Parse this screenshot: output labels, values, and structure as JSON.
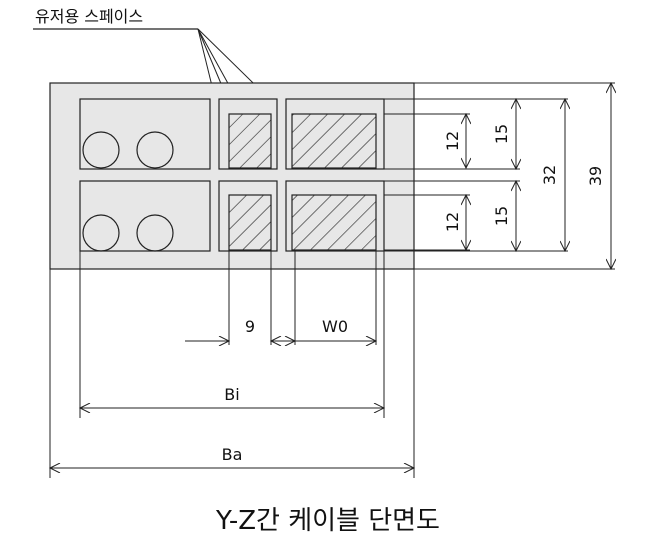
{
  "space_label": "유저용 스페이스",
  "dimensions": {
    "h_inner_top": "12",
    "h_outer_top": "15",
    "h_inner_bottom": "12",
    "h_outer_bottom": "15",
    "h_inner_total": "32",
    "h_outer_total": "39",
    "w_small": "9",
    "w_large": "W0",
    "b_inner": "Bi",
    "b_outer": "Ba"
  },
  "caption": "Y-Z간 케이블 단면도"
}
